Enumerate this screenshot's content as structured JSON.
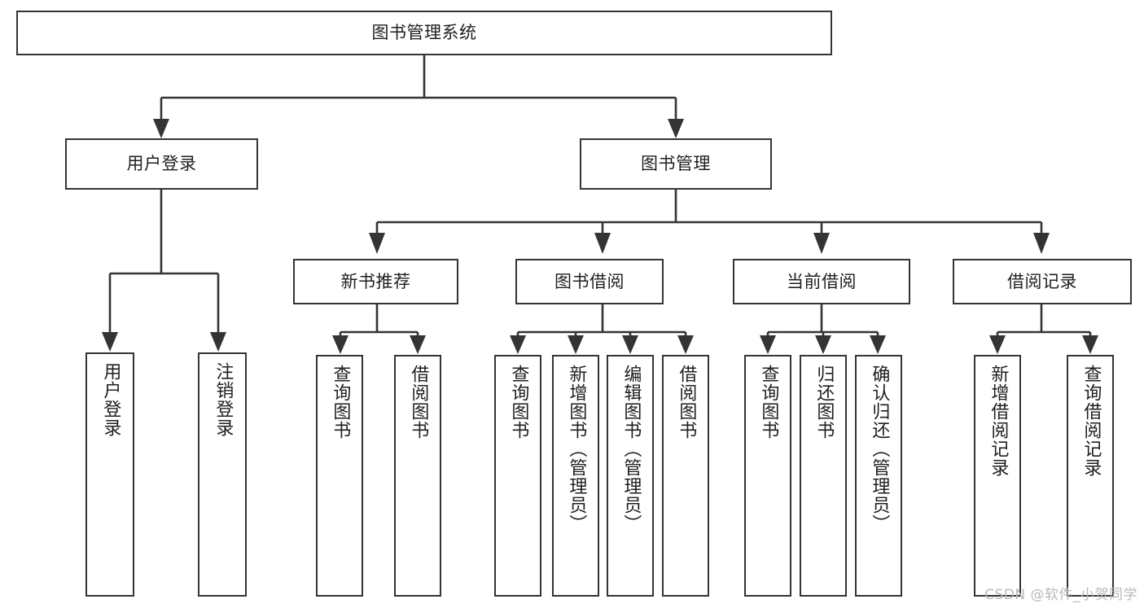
{
  "diagram": {
    "type": "tree-hierarchy",
    "title": "图书管理系统",
    "watermark": "CSDN @软件_小贺同学",
    "colors": {
      "stroke": "#343434",
      "fill": "#ffffff",
      "text": "#1f1f1f",
      "watermark": "#b9b9b9"
    },
    "nodes": {
      "root": {
        "label": "图书管理系统"
      },
      "level2": [
        {
          "label": "用户登录"
        },
        {
          "label": "图书管理"
        }
      ],
      "level3": [
        {
          "label": "新书推荐"
        },
        {
          "label": "图书借阅"
        },
        {
          "label": "当前借阅"
        },
        {
          "label": "借阅记录"
        }
      ],
      "leaves": {
        "user_login": [
          {
            "label": "用户登录"
          },
          {
            "label": "注销登录"
          }
        ],
        "new_book": [
          {
            "label": "查询图书"
          },
          {
            "label": "借阅图书"
          }
        ],
        "book_borrow": [
          {
            "label": "查询图书"
          },
          {
            "label": "新增图书（管理员）"
          },
          {
            "label": "编辑图书（管理员）"
          },
          {
            "label": "借阅图书"
          }
        ],
        "current_borrow": [
          {
            "label": "查询图书"
          },
          {
            "label": "归还图书"
          },
          {
            "label": "确认归还（管理员）"
          }
        ],
        "borrow_record": [
          {
            "label": "新增借阅记录"
          },
          {
            "label": "查询借阅记录"
          }
        ]
      }
    }
  }
}
